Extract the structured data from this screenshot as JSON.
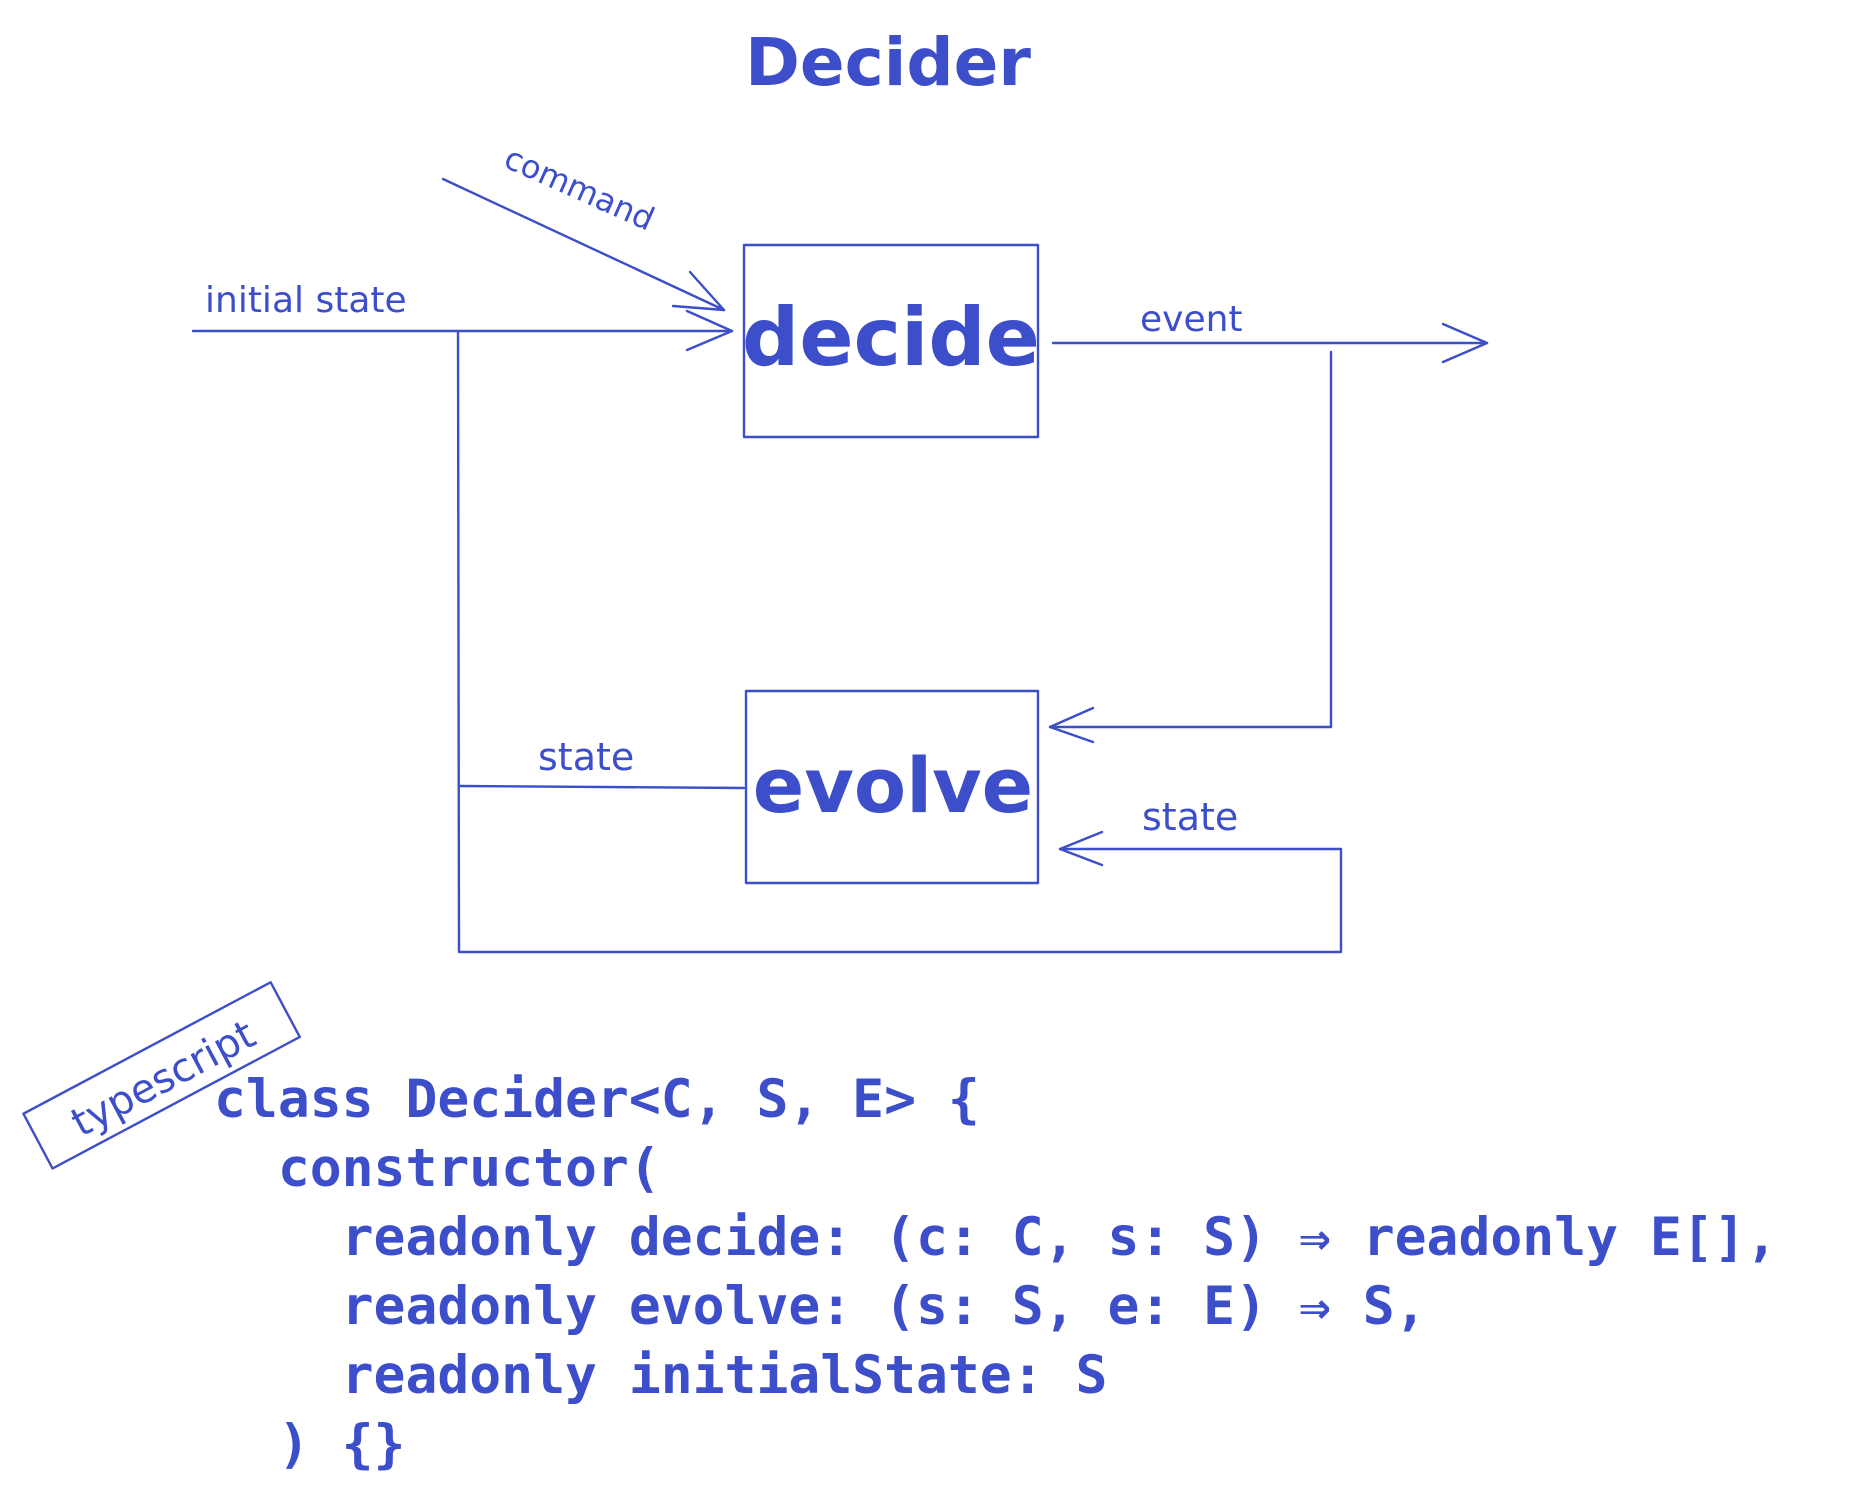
{
  "title": "Decider",
  "nodes": {
    "decide": "decide",
    "evolve": "evolve"
  },
  "edge_labels": {
    "command": "command",
    "initial_state": "initial state",
    "event": "event",
    "state_left": "state",
    "state_right": "state"
  },
  "language_tag": "typescript",
  "code_lines": [
    "class Decider<C, S, E> {",
    "  constructor(",
    "    readonly decide: (c: C, s: S) ⇒ readonly E[],",
    "    readonly evolve: (s: S, e: E) ⇒ S,",
    "    readonly initialState: S",
    "  ) {}"
  ],
  "colors": {
    "ink": "#3c4ec9",
    "background": "#ffffff"
  }
}
